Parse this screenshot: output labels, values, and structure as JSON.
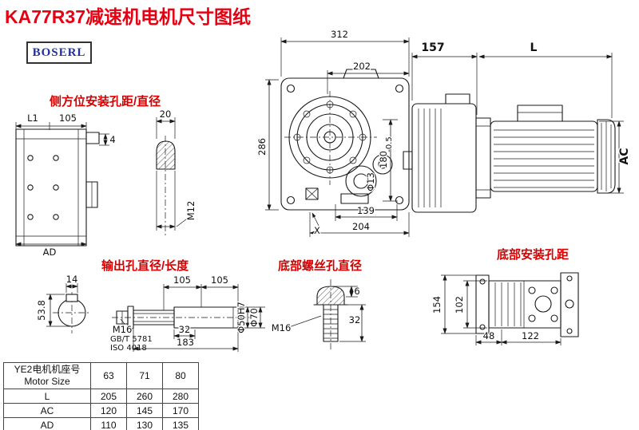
{
  "page": {
    "title": "KA77R37减速机电机尺寸图纸",
    "logo": "BOSERL",
    "accent_red": "#e60012",
    "logo_blue": "#2230a0",
    "line_color": "#1a1a1a"
  },
  "callouts": {
    "side_mount_label": "侧方位安装孔距/直径",
    "output_hole_label": "输出孔直径/长度",
    "bottom_screw_label": "底部螺丝孔直径",
    "bottom_mount_label": "底部安装孔距"
  },
  "front_view": {
    "width_overall": "312",
    "width_inner": "202",
    "height_overall": "286",
    "height_to_base": "180",
    "height_tol": "-0.5",
    "hole_callout": "Φ13",
    "base_holes_span": "139",
    "base_width": "204",
    "detail_mark": "X"
  },
  "side_detail": {
    "hole_spacing": "20",
    "thread": "M12"
  },
  "left_view": {
    "dim_l1": "L1",
    "dim_105": "105",
    "dim_4": "4",
    "dim_ad": "AD"
  },
  "motor_view": {
    "dim_157": "157",
    "dim_l": "L",
    "dim_ac": "AC"
  },
  "shaft_section": {
    "key_width": "14",
    "bore_height": "53.8"
  },
  "output_shaft": {
    "dim_105a": "105",
    "dim_105b": "105",
    "thread": "M16",
    "standard_1": "GB/T 5781",
    "standard_2": "ISO 4018",
    "dim_32": "32",
    "dim_183": "183",
    "dia_bore": "Φ50H7",
    "dia_outer": "Φ70"
  },
  "bottom_screw": {
    "thread": "M16",
    "dim_6": "6",
    "dim_32": "32"
  },
  "bottom_view": {
    "dim_154": "154",
    "dim_102": "102",
    "dim_48": "48",
    "dim_122": "122"
  },
  "table": {
    "header_cn": "YE2电机机座号",
    "header_en": "Motor Size",
    "frame_sizes": [
      "63",
      "71",
      "80"
    ],
    "rows": [
      {
        "label": "L",
        "values": [
          "205",
          "260",
          "280"
        ]
      },
      {
        "label": "AC",
        "values": [
          "120",
          "145",
          "170"
        ]
      },
      {
        "label": "AD",
        "values": [
          "110",
          "130",
          "135"
        ]
      }
    ]
  }
}
